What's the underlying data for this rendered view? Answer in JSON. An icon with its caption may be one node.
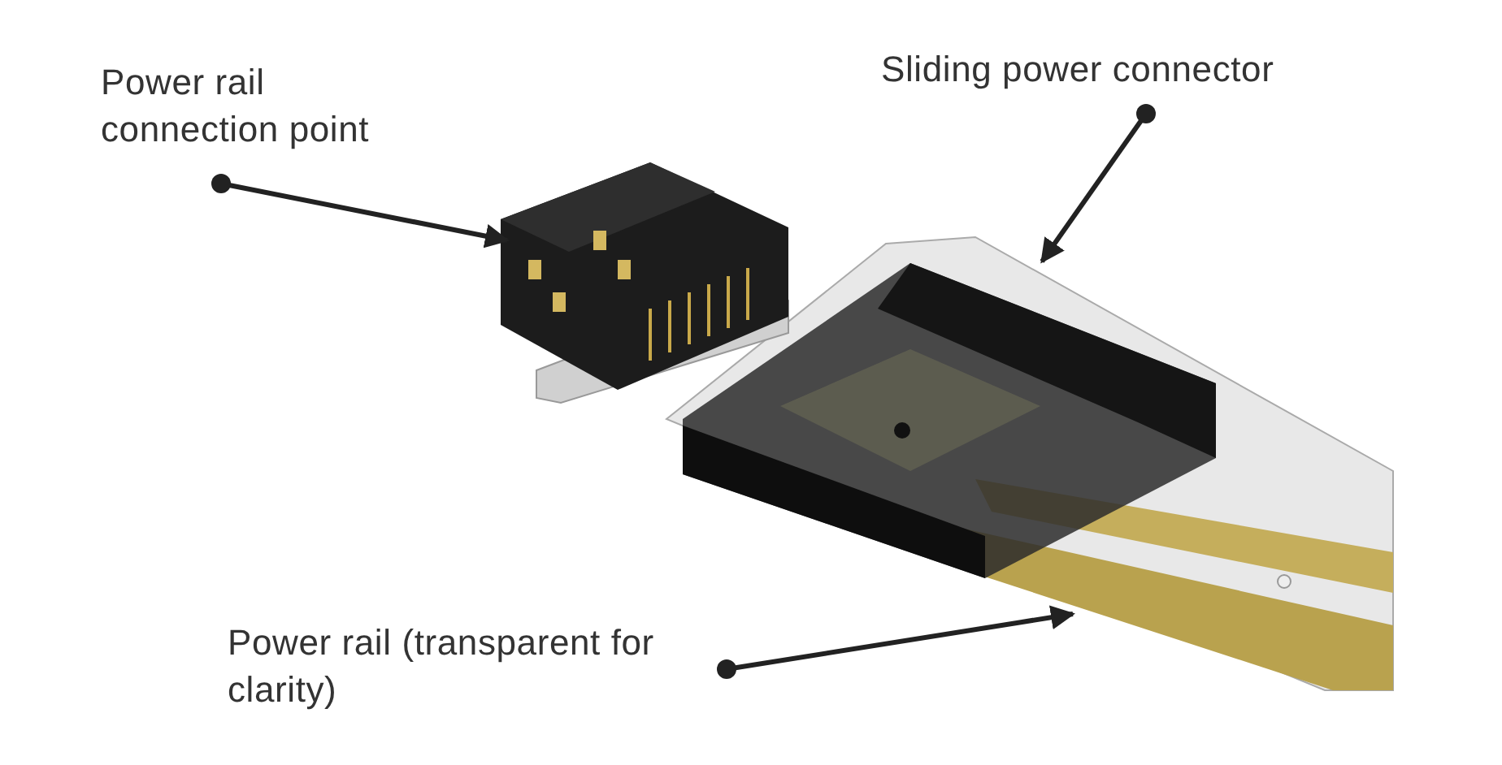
{
  "diagram": {
    "nodes": [
      {
        "text": [
          "Power rail connection point"
        ]
      },
      {
        "text": [
          "Sliding power connector"
        ]
      },
      {
        "text": [
          "Power rail (transparent for clarity)"
        ]
      },
      {
        "text": [],
        "shape": "picture"
      },
      {
        "text": [],
        "shape": "picture",
        "in": 5
      },
      {
        "text": [],
        "shape": "picture"
      }
    ],
    "edges": [
      {
        "from": 0,
        "to": 3,
        "arrow": "to"
      },
      {
        "from": 1,
        "to": 4,
        "arrow": "to"
      },
      {
        "from": 2,
        "to": 5,
        "arrow": "to"
      }
    ]
  }
}
